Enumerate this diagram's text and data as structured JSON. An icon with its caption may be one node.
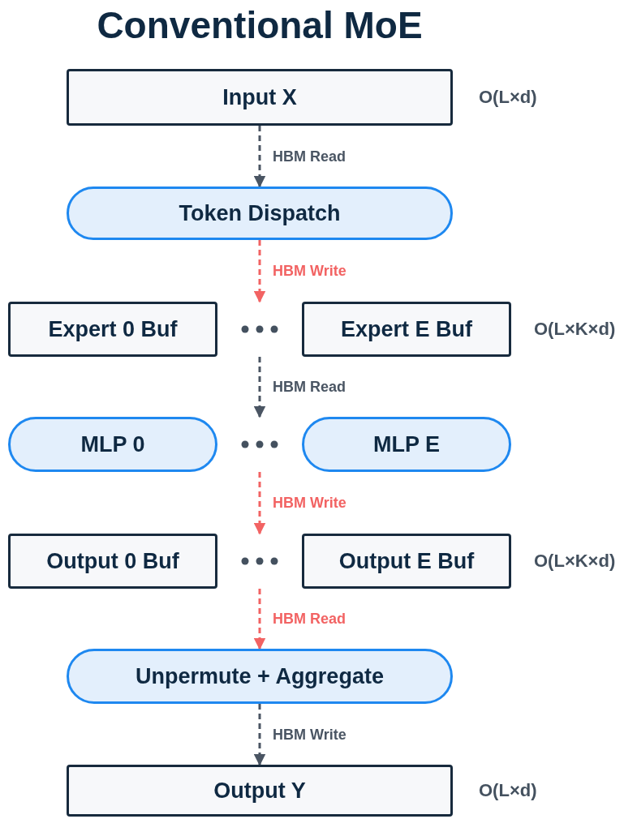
{
  "diagram": {
    "title": "Conventional MoE",
    "nodes": [
      {
        "text": [
          "Input X"
        ],
        "beside": [
          "O(L×d)"
        ]
      },
      {
        "text": [
          "Token Dispatch"
        ]
      },
      {
        "text": [
          "Expert 0 Buf"
        ]
      },
      {
        "text": [],
        "shape": "dots"
      },
      {
        "text": [
          "Expert E Buf"
        ],
        "beside": [
          "O(L×K×d)"
        ]
      },
      {
        "text": [
          "MLP 0"
        ]
      },
      {
        "text": [],
        "shape": "dots"
      },
      {
        "text": [
          "MLP E"
        ]
      },
      {
        "text": [
          "Output 0 Buf"
        ]
      },
      {
        "text": [],
        "shape": "dots"
      },
      {
        "text": [
          "Output E Buf"
        ],
        "beside": [
          "O(L×K×d)"
        ]
      },
      {
        "text": [
          "Unpermute + Aggregate"
        ]
      },
      {
        "text": [
          "Output Y"
        ],
        "beside": [
          "O(L×d)"
        ]
      }
    ],
    "edges": [
      {
        "from": 0,
        "to": 1,
        "arrow": "to",
        "label": "HBM Read",
        "style": "dashed"
      },
      {
        "from": 1,
        "to": 3,
        "arrow": "to",
        "label": "HBM Write",
        "style": "dashed",
        "color": "#f26363"
      },
      {
        "from": 3,
        "to": 6,
        "arrow": "to",
        "label": "HBM Read",
        "style": "dashed"
      },
      {
        "from": 6,
        "to": 9,
        "arrow": "to",
        "label": "HBM Write",
        "style": "dashed",
        "color": "#f26363"
      },
      {
        "from": 9,
        "to": 11,
        "arrow": "to",
        "label": "HBM Read",
        "style": "dashed",
        "color": "#f26363"
      },
      {
        "from": 11,
        "to": 12,
        "arrow": "to",
        "label": "HBM Write",
        "style": "dashed"
      }
    ]
  }
}
